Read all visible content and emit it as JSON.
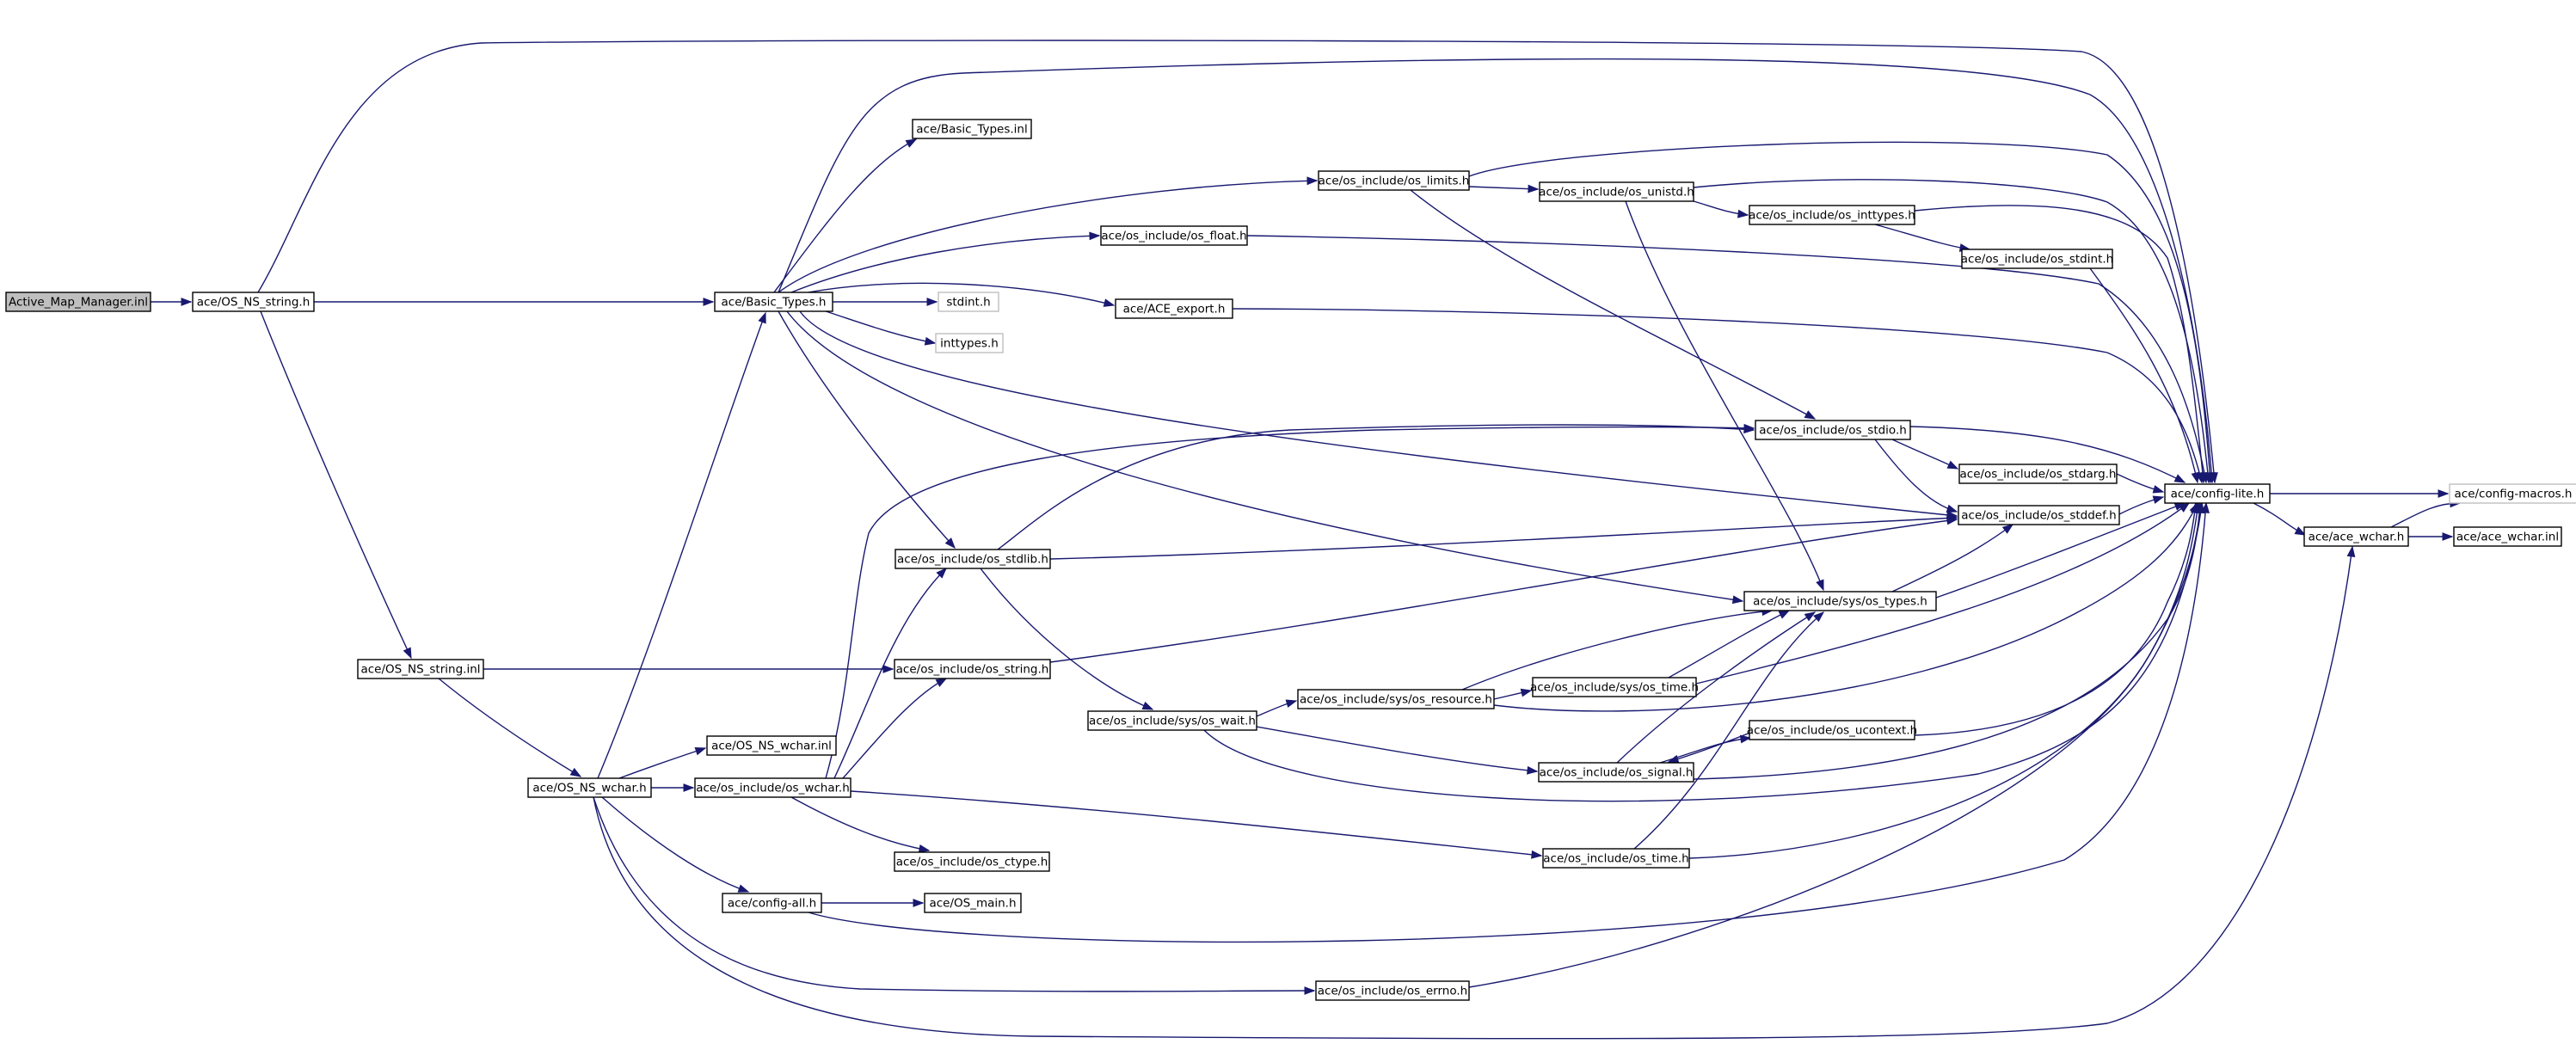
{
  "colors": {
    "edge": "#191970",
    "node_border": "#000000",
    "external_border": "#bfbfbf",
    "root_fill": "#bfbfbf",
    "background": "#ffffff"
  },
  "nodes": [
    {
      "id": "active_map_manager_inl",
      "label": "Active_Map_Manager.inl",
      "kind": "root"
    },
    {
      "id": "os_ns_string_h",
      "label": "ace/OS_NS_string.h"
    },
    {
      "id": "basic_types_h",
      "label": "ace/Basic_Types.h"
    },
    {
      "id": "basic_types_inl",
      "label": "ace/Basic_Types.inl"
    },
    {
      "id": "stdint_h",
      "label": "stdint.h",
      "kind": "external"
    },
    {
      "id": "inttypes_h",
      "label": "inttypes.h",
      "kind": "external"
    },
    {
      "id": "os_limits_h",
      "label": "ace/os_include/os_limits.h"
    },
    {
      "id": "os_float_h",
      "label": "ace/os_include/os_float.h"
    },
    {
      "id": "ace_export_h",
      "label": "ace/ACE_export.h"
    },
    {
      "id": "os_unistd_h",
      "label": "ace/os_include/os_unistd.h"
    },
    {
      "id": "os_inttypes_h",
      "label": "ace/os_include/os_inttypes.h"
    },
    {
      "id": "os_stdint_h",
      "label": "ace/os_include/os_stdint.h"
    },
    {
      "id": "os_stdio_h",
      "label": "ace/os_include/os_stdio.h"
    },
    {
      "id": "os_stdarg_h",
      "label": "ace/os_include/os_stdarg.h"
    },
    {
      "id": "os_stddef_h",
      "label": "ace/os_include/os_stddef.h"
    },
    {
      "id": "config_lite_h",
      "label": "ace/config-lite.h"
    },
    {
      "id": "config_macros_h",
      "label": "ace/config-macros.h",
      "kind": "external"
    },
    {
      "id": "ace_wchar_h",
      "label": "ace/ace_wchar.h"
    },
    {
      "id": "ace_wchar_inl",
      "label": "ace/ace_wchar.inl"
    },
    {
      "id": "os_stdlib_h",
      "label": "ace/os_include/os_stdlib.h"
    },
    {
      "id": "sys_os_types_h",
      "label": "ace/os_include/sys/os_types.h"
    },
    {
      "id": "os_ns_string_inl",
      "label": "ace/OS_NS_string.inl"
    },
    {
      "id": "os_string_h",
      "label": "ace/os_include/os_string.h"
    },
    {
      "id": "sys_os_resource_h",
      "label": "ace/os_include/sys/os_resource.h"
    },
    {
      "id": "sys_os_time_h",
      "label": "ace/os_include/sys/os_time.h"
    },
    {
      "id": "sys_os_wait_h",
      "label": "ace/os_include/sys/os_wait.h"
    },
    {
      "id": "os_ucontext_h",
      "label": "ace/os_include/os_ucontext.h"
    },
    {
      "id": "os_ns_wchar_inl",
      "label": "ace/OS_NS_wchar.inl"
    },
    {
      "id": "os_signal_h",
      "label": "ace/os_include/os_signal.h"
    },
    {
      "id": "os_ns_wchar_h",
      "label": "ace/OS_NS_wchar.h"
    },
    {
      "id": "os_wchar_h",
      "label": "ace/os_include/os_wchar.h"
    },
    {
      "id": "os_time_h",
      "label": "ace/os_include/os_time.h"
    },
    {
      "id": "os_ctype_h",
      "label": "ace/os_include/os_ctype.h"
    },
    {
      "id": "config_all_h",
      "label": "ace/config-all.h"
    },
    {
      "id": "os_main_h",
      "label": "ace/OS_main.h"
    },
    {
      "id": "os_errno_h",
      "label": "ace/os_include/os_errno.h"
    }
  ],
  "edges": [
    {
      "from": "active_map_manager_inl",
      "to": "os_ns_string_h"
    },
    {
      "from": "os_ns_string_h",
      "to": "basic_types_h"
    },
    {
      "from": "os_ns_string_h",
      "to": "config_lite_h"
    },
    {
      "from": "os_ns_string_h",
      "to": "os_ns_string_inl"
    },
    {
      "from": "basic_types_h",
      "to": "basic_types_inl"
    },
    {
      "from": "basic_types_h",
      "to": "stdint_h"
    },
    {
      "from": "basic_types_h",
      "to": "inttypes_h"
    },
    {
      "from": "basic_types_h",
      "to": "os_limits_h"
    },
    {
      "from": "basic_types_h",
      "to": "os_float_h"
    },
    {
      "from": "basic_types_h",
      "to": "ace_export_h"
    },
    {
      "from": "basic_types_h",
      "to": "config_lite_h"
    },
    {
      "from": "basic_types_h",
      "to": "os_stddef_h"
    },
    {
      "from": "basic_types_h",
      "to": "os_stdlib_h"
    },
    {
      "from": "basic_types_h",
      "to": "sys_os_types_h"
    },
    {
      "from": "os_limits_h",
      "to": "os_unistd_h"
    },
    {
      "from": "os_limits_h",
      "to": "config_lite_h"
    },
    {
      "from": "os_limits_h",
      "to": "os_stdio_h"
    },
    {
      "from": "os_float_h",
      "to": "config_lite_h"
    },
    {
      "from": "ace_export_h",
      "to": "config_lite_h"
    },
    {
      "from": "os_unistd_h",
      "to": "os_inttypes_h"
    },
    {
      "from": "os_unistd_h",
      "to": "config_lite_h"
    },
    {
      "from": "os_unistd_h",
      "to": "sys_os_types_h"
    },
    {
      "from": "os_inttypes_h",
      "to": "os_stdint_h"
    },
    {
      "from": "os_inttypes_h",
      "to": "config_lite_h"
    },
    {
      "from": "os_stdint_h",
      "to": "config_lite_h"
    },
    {
      "from": "os_stdio_h",
      "to": "os_stdarg_h"
    },
    {
      "from": "os_stdio_h",
      "to": "os_stddef_h"
    },
    {
      "from": "os_stdio_h",
      "to": "config_lite_h"
    },
    {
      "from": "os_stdarg_h",
      "to": "config_lite_h"
    },
    {
      "from": "os_stddef_h",
      "to": "config_lite_h"
    },
    {
      "from": "config_lite_h",
      "to": "config_macros_h"
    },
    {
      "from": "config_lite_h",
      "to": "ace_wchar_h"
    },
    {
      "from": "ace_wchar_h",
      "to": "config_macros_h"
    },
    {
      "from": "ace_wchar_h",
      "to": "ace_wchar_inl"
    },
    {
      "from": "os_stdlib_h",
      "to": "os_stdio_h"
    },
    {
      "from": "os_stdlib_h",
      "to": "os_stddef_h"
    },
    {
      "from": "os_stdlib_h",
      "to": "sys_os_wait_h"
    },
    {
      "from": "sys_os_types_h",
      "to": "os_stddef_h"
    },
    {
      "from": "sys_os_types_h",
      "to": "config_lite_h"
    },
    {
      "from": "os_ns_string_inl",
      "to": "os_string_h"
    },
    {
      "from": "os_ns_string_inl",
      "to": "os_ns_wchar_h"
    },
    {
      "from": "os_string_h",
      "to": "os_stddef_h"
    },
    {
      "from": "sys_os_wait_h",
      "to": "sys_os_resource_h"
    },
    {
      "from": "sys_os_wait_h",
      "to": "os_signal_h"
    },
    {
      "from": "sys_os_wait_h",
      "to": "config_lite_h"
    },
    {
      "from": "sys_os_resource_h",
      "to": "sys_os_time_h"
    },
    {
      "from": "sys_os_resource_h",
      "to": "sys_os_types_h"
    },
    {
      "from": "sys_os_resource_h",
      "to": "config_lite_h"
    },
    {
      "from": "sys_os_time_h",
      "to": "sys_os_types_h"
    },
    {
      "from": "sys_os_time_h",
      "to": "config_lite_h"
    },
    {
      "from": "os_signal_h",
      "to": "os_ucontext_h"
    },
    {
      "from": "os_signal_h",
      "to": "sys_os_types_h"
    },
    {
      "from": "os_signal_h",
      "to": "config_lite_h"
    },
    {
      "from": "os_ucontext_h",
      "to": "os_signal_h"
    },
    {
      "from": "os_ucontext_h",
      "to": "config_lite_h"
    },
    {
      "from": "os_ns_wchar_h",
      "to": "basic_types_h"
    },
    {
      "from": "os_ns_wchar_h",
      "to": "os_ns_wchar_inl"
    },
    {
      "from": "os_ns_wchar_h",
      "to": "os_wchar_h"
    },
    {
      "from": "os_ns_wchar_h",
      "to": "config_all_h"
    },
    {
      "from": "os_ns_wchar_h",
      "to": "os_errno_h"
    },
    {
      "from": "os_ns_wchar_h",
      "to": "ace_wchar_h"
    },
    {
      "from": "os_wchar_h",
      "to": "os_stdlib_h"
    },
    {
      "from": "os_wchar_h",
      "to": "os_string_h"
    },
    {
      "from": "os_wchar_h",
      "to": "os_stdio_h"
    },
    {
      "from": "os_wchar_h",
      "to": "os_ctype_h"
    },
    {
      "from": "os_wchar_h",
      "to": "os_time_h"
    },
    {
      "from": "os_time_h",
      "to": "sys_os_types_h"
    },
    {
      "from": "os_time_h",
      "to": "config_lite_h"
    },
    {
      "from": "config_all_h",
      "to": "os_main_h"
    },
    {
      "from": "config_all_h",
      "to": "config_lite_h"
    },
    {
      "from": "os_errno_h",
      "to": "config_lite_h"
    }
  ]
}
